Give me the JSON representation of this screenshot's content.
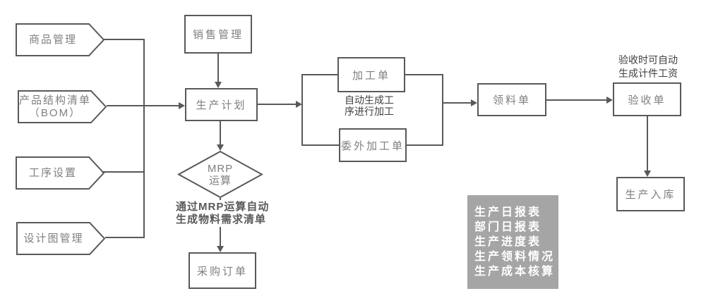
{
  "diagram": {
    "inputs": [
      {
        "label": "商品管理"
      },
      {
        "label": "产品结构清单",
        "label2": "（BOM）"
      },
      {
        "label": "工序设置"
      },
      {
        "label": "设计图管理"
      }
    ],
    "nodes": {
      "sales": "销售管理",
      "plan": "生产计划",
      "mrp_line1": "MRP",
      "mrp_line2": "运算",
      "purchase": "采购订单",
      "work_order": "加工单",
      "outsource_order": "委外加工单",
      "material_req": "领料单",
      "acceptance": "验收单",
      "warehouse": "生产入库"
    },
    "annotations": {
      "mrp_note_line1": "通过MRP运算自动",
      "mrp_note_line2": "生成物料需求清单",
      "process_note_line1": "自动生成工",
      "process_note_line2": "序进行加工",
      "acceptance_note_line1": "验收时可自动",
      "acceptance_note_line2": "生成计件工资"
    },
    "report_panel": {
      "items": [
        "生产日报表",
        "部门日报表",
        "生产进度表",
        "生产领料情况",
        "生产成本核算"
      ]
    },
    "colors": {
      "line": "#595959",
      "box_text": "#7f7f7f",
      "note_text": "#404040",
      "panel_bg": "#a5a5a5",
      "panel_text": "#ffffff"
    }
  }
}
